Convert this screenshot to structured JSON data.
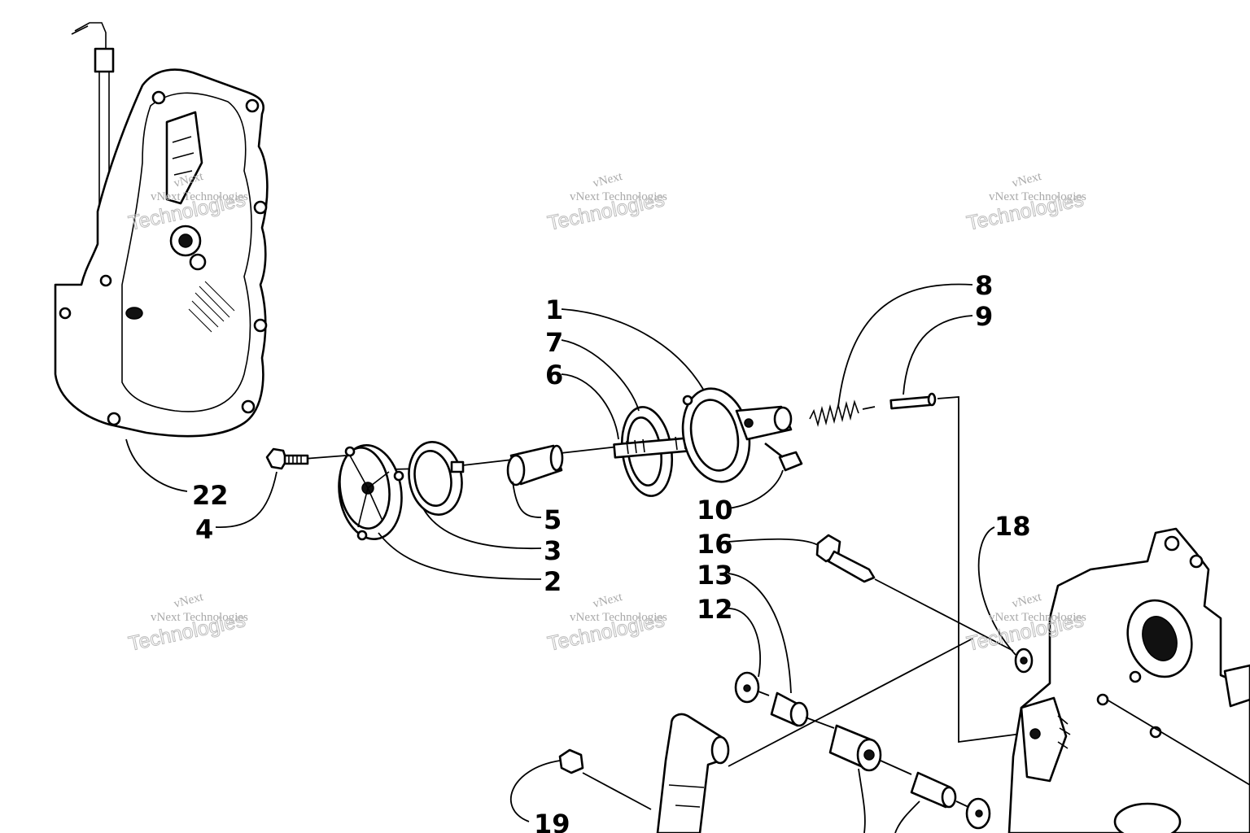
{
  "callouts": [
    {
      "id": "1",
      "text": "1"
    },
    {
      "id": "2",
      "text": "2"
    },
    {
      "id": "3",
      "text": "3"
    },
    {
      "id": "4",
      "text": "4"
    },
    {
      "id": "5",
      "text": "5"
    },
    {
      "id": "6",
      "text": "6"
    },
    {
      "id": "7",
      "text": "7"
    },
    {
      "id": "8",
      "text": "8"
    },
    {
      "id": "9",
      "text": "9"
    },
    {
      "id": "10",
      "text": "10"
    },
    {
      "id": "12",
      "text": "12"
    },
    {
      "id": "13",
      "text": "13"
    },
    {
      "id": "16",
      "text": "16"
    },
    {
      "id": "18",
      "text": "18"
    },
    {
      "id": "19",
      "text": "19"
    },
    {
      "id": "22",
      "text": "22"
    }
  ],
  "watermark": {
    "brand": "vNext",
    "line": "vNext Technologies",
    "big": "Technologies"
  }
}
